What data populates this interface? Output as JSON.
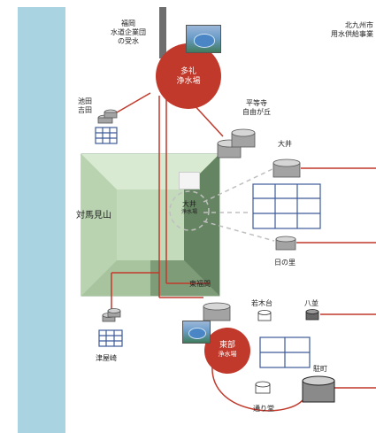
{
  "colors": {
    "sea": "#a9d3e0",
    "plant_red": "#c0392b",
    "grid_blue": "#3d5a99",
    "mountain_green": "#8fb88a",
    "tank_gray": "#9a9a9a",
    "dashed_gray": "#bfbfbf"
  },
  "labels": {
    "fukuoka_supply": [
      "福岡",
      "水道企業団",
      "の受水"
    ],
    "kitakyushu_supply": [
      "北九州市",
      "用水供給事業"
    ],
    "tare_plant": [
      "多礼",
      "浄水場"
    ],
    "ikeda_yoshida": [
      "池田",
      "吉田"
    ],
    "byodoji_jiyugaoka": [
      "平等寺",
      "自由が丘"
    ],
    "oi_tank": "大井",
    "tsushima_mountain": "対馬見山",
    "oi_plant": [
      "大井",
      "浄水場"
    ],
    "hinosato": "日の里",
    "higashifukuma": "東福間",
    "wakagidai": "若木台",
    "hachiman": "八並",
    "tsuyazaki": "津屋崎",
    "higashi_plant": [
      "東部",
      "浄水場"
    ],
    "ekimachi": "駐町",
    "akaridou": "通り堂"
  },
  "icons": {
    "ikeda_tank": "tank-icon",
    "byodoji_tank": "tank-icon",
    "oi_tank": "tank-icon",
    "hinosato_tank": "tank-icon",
    "higashifukuma_tank": "tank-icon",
    "wakagidai_tank": "tank-icon",
    "hachiman_tank": "tank-icon",
    "ekimachi_tank": "tank-icon",
    "akaridou_tank": "tank-icon",
    "tare_photo": "water-plant-photo-icon",
    "higashi_photo": "water-plant-photo-icon",
    "ikeda_grid": "service-area-grid-icon",
    "oi_grid": "service-area-grid-icon",
    "tsuyazaki_grid": "service-area-grid-icon",
    "east_grid": "service-area-grid-icon"
  }
}
